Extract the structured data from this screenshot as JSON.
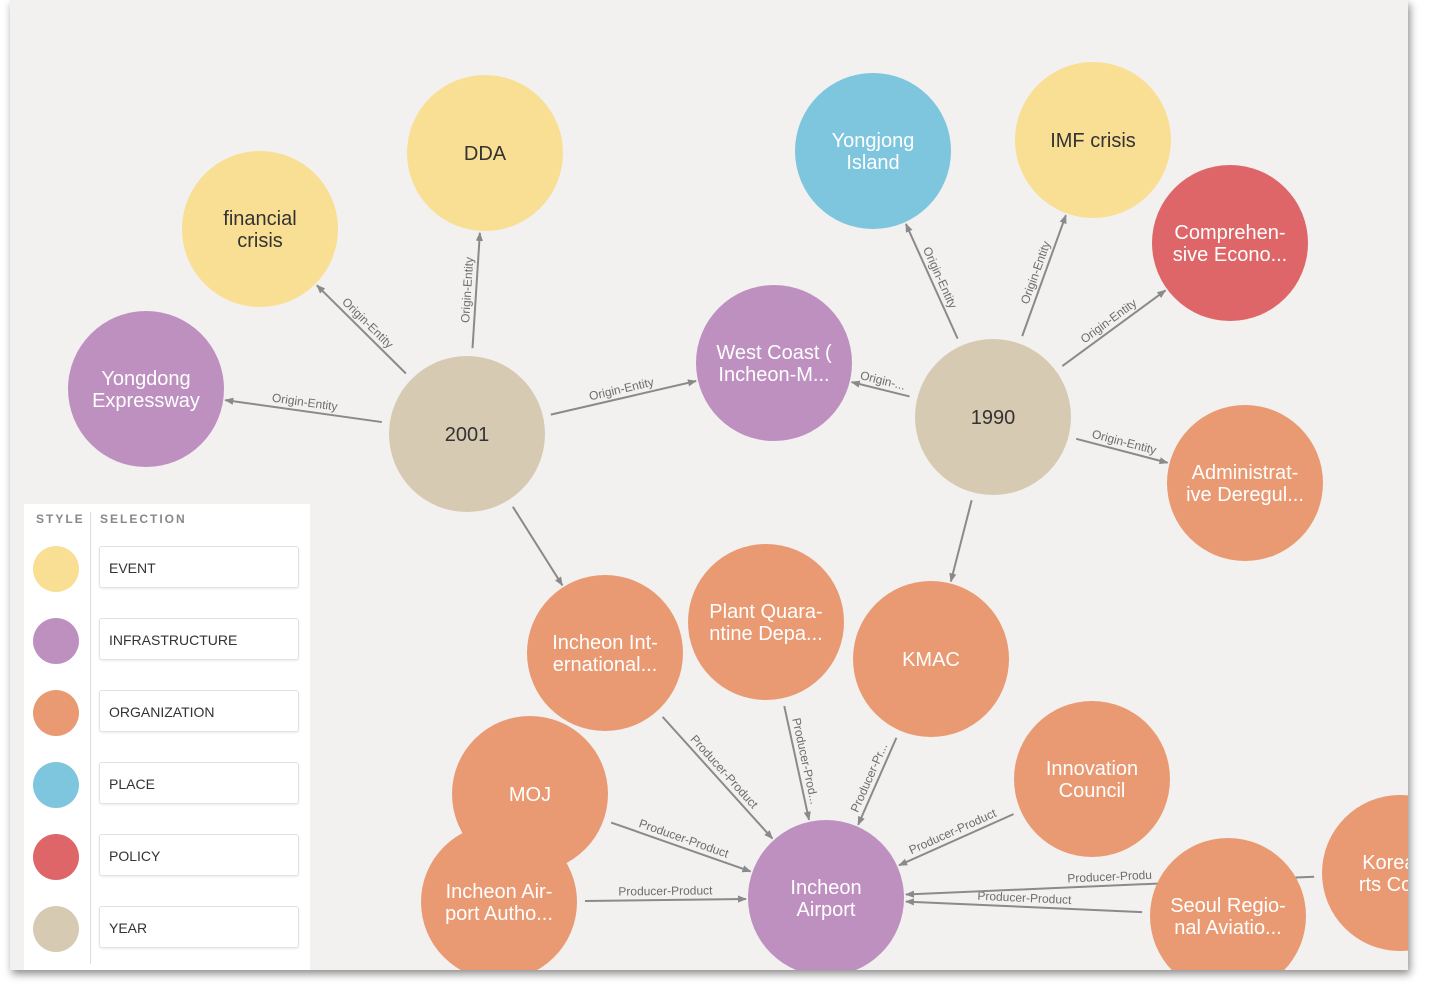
{
  "colors": {
    "event": "#f9df94",
    "infrastructure": "#be90c0",
    "organization": "#e99a72",
    "place": "#7ec5de",
    "policy": "#de6668",
    "year": "#d7cab2",
    "edge": "#8a8a8a",
    "label_dark": "#333333",
    "label_light": "#ffffff"
  },
  "legend": {
    "style_header": "STYLE",
    "selection_header": "SELECTION",
    "items": [
      {
        "label": "EVENT",
        "color": "#f9df94"
      },
      {
        "label": "INFRASTRUCTURE",
        "color": "#be90c0"
      },
      {
        "label": "ORGANIZATION",
        "color": "#e99a72"
      },
      {
        "label": "PLACE",
        "color": "#7ec5de"
      },
      {
        "label": "POLICY",
        "color": "#de6668"
      },
      {
        "label": "YEAR",
        "color": "#d7cab2"
      }
    ]
  },
  "graph": {
    "nodes": [
      {
        "id": "yongdong",
        "type": "infrastructure",
        "lines": [
          "Yongdong",
          "Expressway"
        ]
      },
      {
        "id": "financial",
        "type": "event",
        "lines": [
          "financial",
          "crisis"
        ]
      },
      {
        "id": "dda",
        "type": "event",
        "lines": [
          "DDA"
        ]
      },
      {
        "id": "y2001",
        "type": "year",
        "lines": [
          "2001"
        ]
      },
      {
        "id": "westcoast",
        "type": "infrastructure",
        "lines": [
          "West Coast (",
          "Incheon-M..."
        ]
      },
      {
        "id": "yongjong",
        "type": "place",
        "lines": [
          "Yongjong",
          "Island"
        ]
      },
      {
        "id": "imf",
        "type": "event",
        "lines": [
          "IMF crisis"
        ]
      },
      {
        "id": "y1990",
        "type": "year",
        "lines": [
          "1990"
        ]
      },
      {
        "id": "comprehensive",
        "type": "policy",
        "lines": [
          "Comprehen-",
          "sive Econo..."
        ]
      },
      {
        "id": "admin",
        "type": "organization",
        "lines": [
          "Administrat-",
          "ive Deregul..."
        ]
      },
      {
        "id": "iiarch",
        "type": "organization",
        "lines": [
          "Incheon Int-",
          "ernational..."
        ]
      },
      {
        "id": "plant",
        "type": "organization",
        "lines": [
          "Plant Quara-",
          "ntine Depa..."
        ]
      },
      {
        "id": "kmac",
        "type": "organization",
        "lines": [
          "KMAC"
        ]
      },
      {
        "id": "moj",
        "type": "organization",
        "lines": [
          "MOJ"
        ]
      },
      {
        "id": "innovation",
        "type": "organization",
        "lines": [
          "Innovation",
          "Council"
        ]
      },
      {
        "id": "iaa",
        "type": "organization",
        "lines": [
          "Incheon Air-",
          "port Autho..."
        ]
      },
      {
        "id": "airport",
        "type": "infrastructure",
        "lines": [
          "Incheon",
          "Airport"
        ]
      },
      {
        "id": "seoul",
        "type": "organization",
        "lines": [
          "Seoul Regio-",
          "nal Aviatio..."
        ]
      },
      {
        "id": "korea",
        "type": "organization",
        "lines": [
          "Korea Ai",
          "rts Corpo"
        ]
      }
    ],
    "edges": [
      {
        "from": "y2001",
        "to": "yongdong",
        "label": "Origin-Entity"
      },
      {
        "from": "y2001",
        "to": "financial",
        "label": "Origin-Entity"
      },
      {
        "from": "y2001",
        "to": "dda",
        "label": "Origin-Entity"
      },
      {
        "from": "y2001",
        "to": "westcoast",
        "label": "Origin-Entity"
      },
      {
        "from": "y1990",
        "to": "westcoast",
        "label": "Origin-..."
      },
      {
        "from": "y1990",
        "to": "yongjong",
        "label": "Origin-Entity"
      },
      {
        "from": "y1990",
        "to": "imf",
        "label": "Origin-Entity"
      },
      {
        "from": "y1990",
        "to": "comprehensive",
        "label": "Origin-Entity"
      },
      {
        "from": "y1990",
        "to": "admin",
        "label": "Origin-Entity"
      },
      {
        "from": "y2001",
        "to": "iiarch",
        "label": ""
      },
      {
        "from": "y1990",
        "to": "kmac",
        "label": ""
      },
      {
        "from": "iiarch",
        "to": "airport",
        "label": "Producer-Product"
      },
      {
        "from": "plant",
        "to": "airport",
        "label": "Producer-Prod..."
      },
      {
        "from": "kmac",
        "to": "airport",
        "label": "Producer-Pr..."
      },
      {
        "from": "moj",
        "to": "airport",
        "label": "Producer-Product"
      },
      {
        "from": "innovation",
        "to": "airport",
        "label": "Producer-Product"
      },
      {
        "from": "iaa",
        "to": "airport",
        "label": "Producer-Product"
      },
      {
        "from": "seoul",
        "to": "airport",
        "label": "Producer-Product"
      },
      {
        "from": "korea",
        "to": "airport",
        "label": "Producer-Produ"
      }
    ]
  }
}
